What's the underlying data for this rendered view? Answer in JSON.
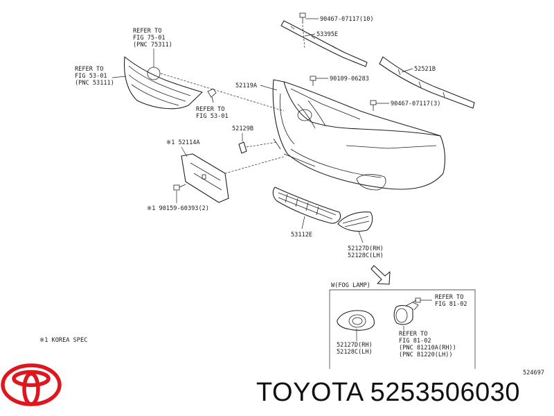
{
  "brand_text": "TOYOTA 5253506030",
  "image_code": "524697",
  "footnote": "※1 KOREA SPEC",
  "callouts": {
    "grille_ref_1": [
      "REFER TO",
      "FIG 75-01",
      "(PNC 75311)"
    ],
    "grille_ref_2": [
      "REFER TO",
      "FIG 53-01",
      "(PNC 53111)"
    ],
    "clip_ref": [
      "REFER TO",
      "FIG 53-01"
    ],
    "bolt_top": "90467-07117(10)",
    "part_53395E": "53395E",
    "part_52521B": "52521B",
    "part_52119A": "52119A",
    "screw_90109": "90109-06283",
    "bolt_right": "90467-07117(3)",
    "part_52129B": "52129B",
    "part_52114A": "※1 52114A",
    "screw_90159": "※1 90159-60393(2)",
    "part_53112E": "53112E",
    "bezel_upper": [
      "52127D(RH)",
      "52128C(LH)"
    ],
    "fog_title": "W(FOG LAMP)",
    "fog_ref_top": [
      "REFER TO",
      "FIG 81-02"
    ],
    "fog_ref_lamp": [
      "REFER TO",
      "FIG 81-02",
      "(PNC 81210A(RH))",
      "(PNC 81220(LH))"
    ],
    "bezel_lower": [
      "52127D(RH)",
      "52128C(LH)"
    ]
  }
}
